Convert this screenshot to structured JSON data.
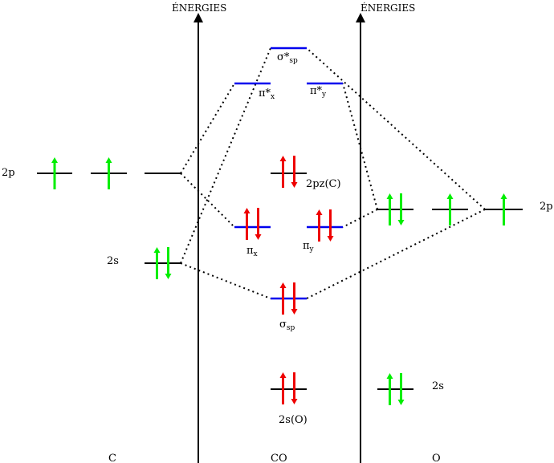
{
  "colors": {
    "level_atomic": "#000000",
    "level_molecular": "#0000ee",
    "electron_atomic": "#00ee00",
    "electron_molecular": "#ee0000",
    "connector": "#000000"
  },
  "axes": [
    {
      "label": "ÉNERGIES"
    },
    {
      "label": "ÉNERGIES"
    }
  ],
  "columns": {
    "left": "C",
    "center": "CO",
    "right": "O"
  },
  "carbon": {
    "label_2p": "2p",
    "label_2s": "2s",
    "orbitals_2p_electrons": [
      1,
      1,
      0
    ],
    "orbital_2s_electrons": 2
  },
  "oxygen": {
    "label_2p": "2p",
    "label_2s": "2s",
    "orbitals_2p_electrons": [
      2,
      1,
      1
    ],
    "orbital_2s_electrons": 2
  },
  "molecular_orbitals": {
    "sigma_star": {
      "label": "σ*",
      "sub": "sp",
      "electrons": 0
    },
    "pi_star_x": {
      "label": "π*",
      "sub": "x",
      "electrons": 0
    },
    "pi_star_y": {
      "label": "π*",
      "sub": "y",
      "electrons": 0
    },
    "nb_2pz": {
      "label": "2pz(C)",
      "electrons": 2
    },
    "pi_x": {
      "label": "π",
      "sub": "x",
      "electrons": 2
    },
    "pi_y": {
      "label": "π",
      "sub": "y",
      "electrons": 2
    },
    "sigma": {
      "label": "σ",
      "sub": "sp",
      "electrons": 2
    },
    "nb_2s": {
      "label": "2s(O)",
      "electrons": 2
    }
  }
}
